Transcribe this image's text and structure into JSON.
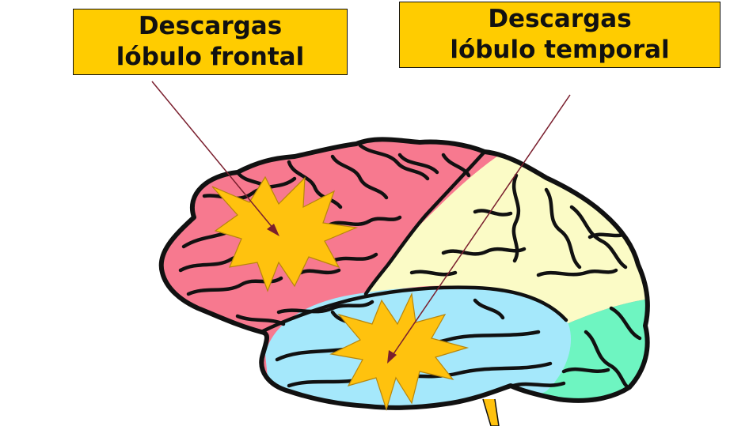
{
  "labels": {
    "frontal": {
      "line1": "Descargas",
      "line2": "lóbulo frontal"
    },
    "temporal": {
      "line1": "Descargas",
      "line2": "lóbulo temporal"
    }
  },
  "colors": {
    "label_fill": "#ffcc00",
    "frontal_lobe": "#f7798f",
    "parietal_lobe": "#fbfbc6",
    "temporal_lobe": "#a5e8fb",
    "occipital_lobe": "#6ef5c1",
    "discharge_star": "#ffc20e",
    "pointer_line": "#7a1f2e"
  }
}
